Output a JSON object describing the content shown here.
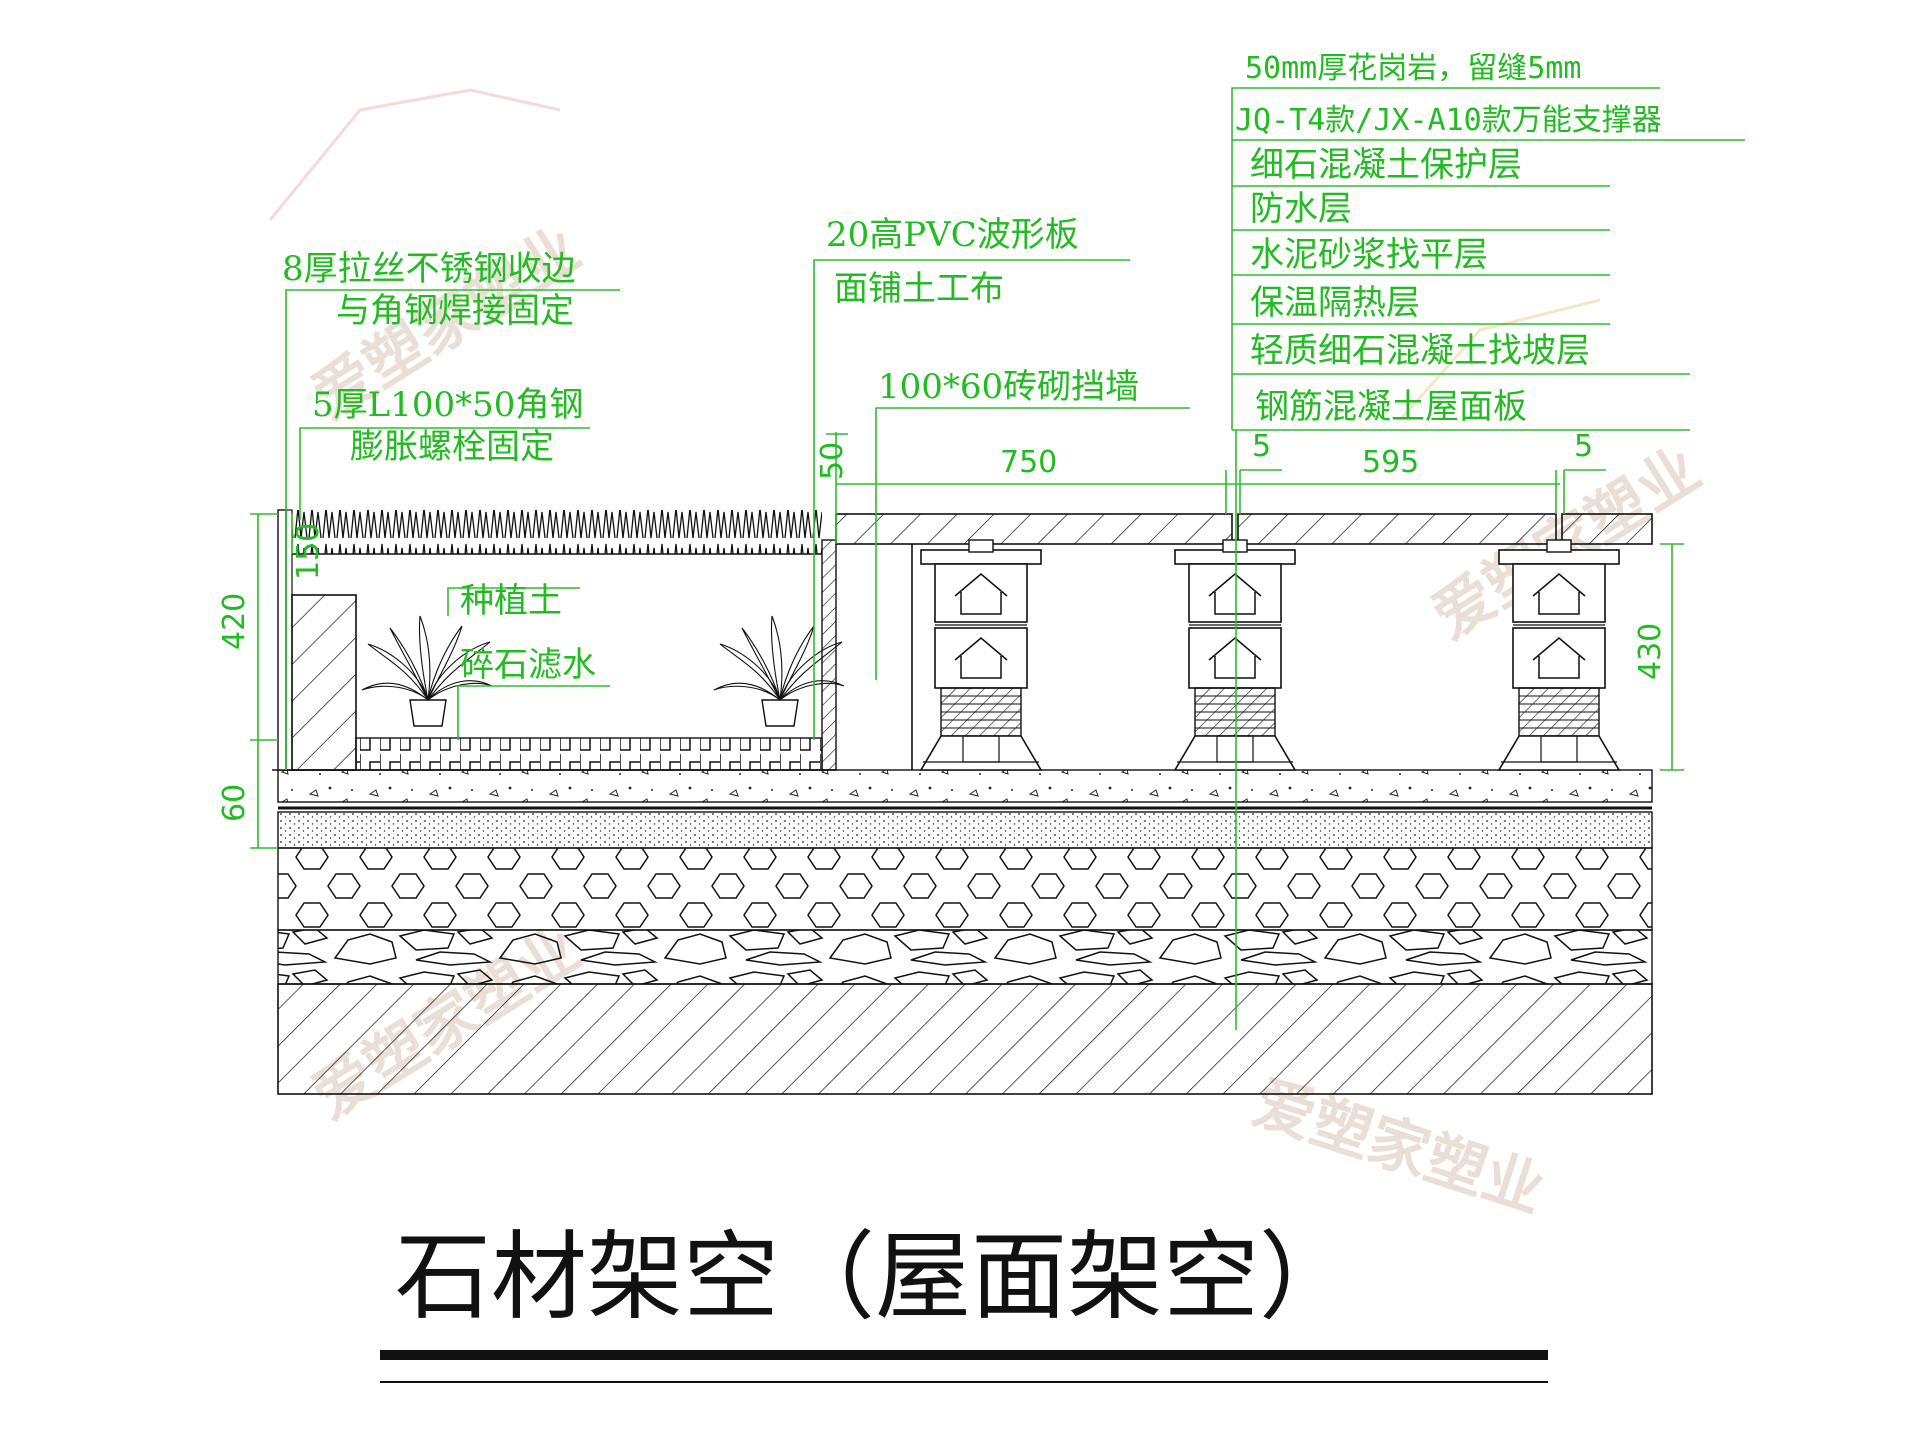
{
  "title": "石材架空（屋面架空）",
  "watermark": "爱塑家塑业",
  "logo_text": "爱塑家塑业",
  "labels_right": [
    "50mm厚花岗岩，留缝5mm",
    "JQ-T4款/JX-A10款万能支撑器",
    "细石混凝土保护层",
    "防水层",
    "水泥砂浆找平层",
    "保温隔热层",
    "轻质细石混凝土找坡层",
    "钢筋混凝土屋面板"
  ],
  "labels_left": {
    "edge_line1": "8厚拉丝不锈钢收边",
    "edge_line2": "与角钢焊接固定",
    "angle_line1": "5厚L100*50角钢",
    "angle_line2": "膨胀螺栓固定",
    "pvc_line1": "20高PVC波形板",
    "pvc_line2": "面铺土工布",
    "wall": "100*60砖砌挡墙",
    "soil": "种植土",
    "gravel": "碎石滤水"
  },
  "dimensions": {
    "d750": "750",
    "d5a": "5",
    "d595": "595",
    "d5b": "5",
    "d50": "50",
    "d150": "150",
    "d420": "420",
    "d60": "60",
    "d430": "430"
  },
  "colors": {
    "annotation": "#22bb22",
    "linework": "#111111",
    "watermark": "#e9dfd6"
  }
}
